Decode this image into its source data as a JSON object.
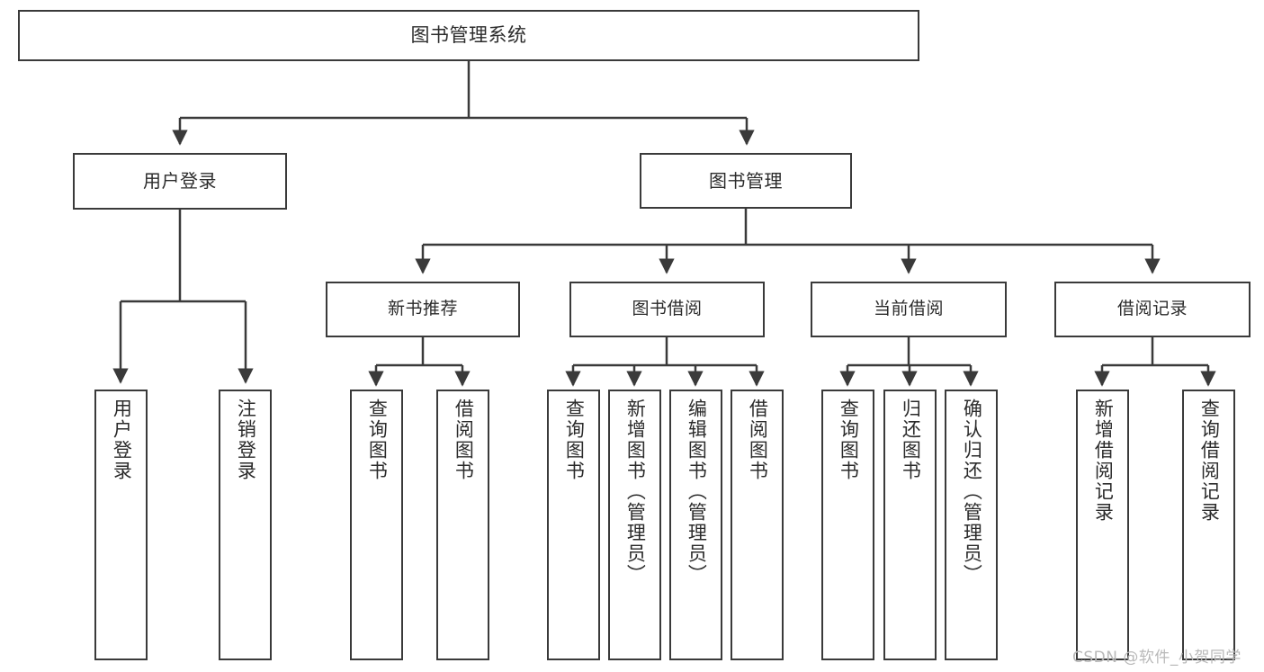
{
  "diagram": {
    "type": "tree",
    "title": "图书管理系统",
    "watermark": "CSDN @软件_小贺同学",
    "colors": {
      "stroke": "#3a3a3a",
      "fill": "#ffffff",
      "text": "#2b2b2b",
      "watermark": "#b9b9b9"
    },
    "nodes": {
      "root": {
        "label": "图书管理系统"
      },
      "tier1": [
        {
          "label": "用户登录"
        },
        {
          "label": "图书管理"
        }
      ],
      "tier2": [
        {
          "label": "新书推荐"
        },
        {
          "label": "图书借阅"
        },
        {
          "label": "当前借阅"
        },
        {
          "label": "借阅记录"
        }
      ],
      "leaves": {
        "user_login": [
          {
            "label": "用户登录"
          },
          {
            "label": "注销登录"
          }
        ],
        "new_book": [
          {
            "label": "查询图书"
          },
          {
            "label": "借阅图书"
          }
        ],
        "book_borrow": [
          {
            "label": "查询图书"
          },
          {
            "label": "新增图书（管理员）"
          },
          {
            "label": "编辑图书（管理员）"
          },
          {
            "label": "借阅图书"
          }
        ],
        "current_borrow": [
          {
            "label": "查询图书"
          },
          {
            "label": "归还图书"
          },
          {
            "label": "确认归还（管理员）"
          }
        ],
        "borrow_record": [
          {
            "label": "新增借阅记录"
          },
          {
            "label": "查询借阅记录"
          }
        ]
      }
    }
  }
}
